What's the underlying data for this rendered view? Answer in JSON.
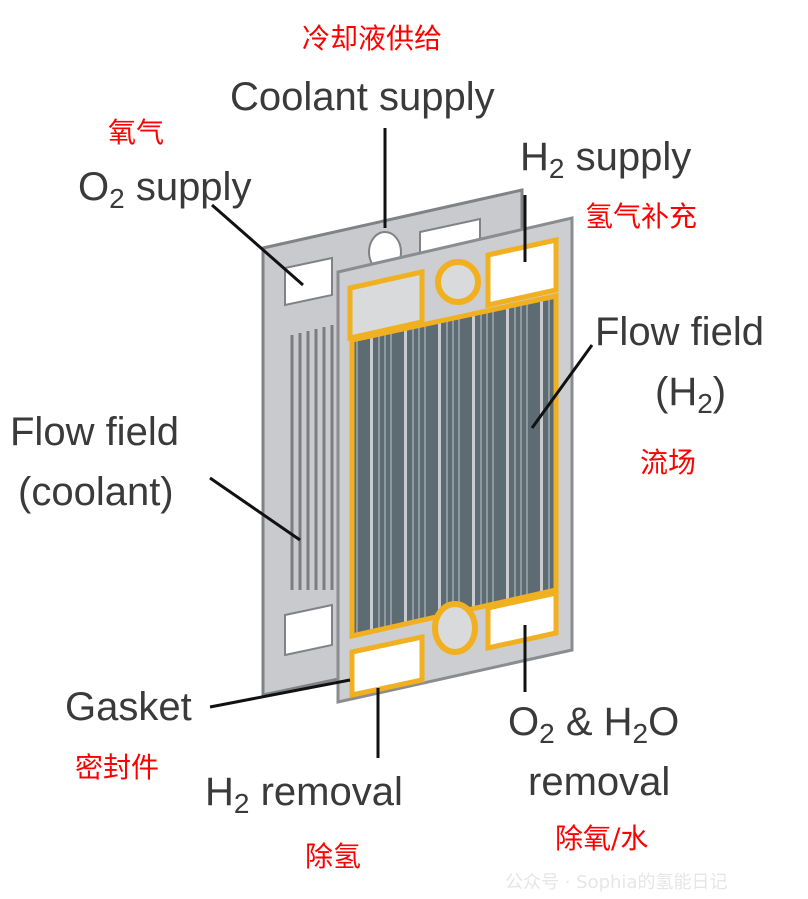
{
  "labels": {
    "coolant_supply": {
      "en": "Coolant supply",
      "cn": "冷却液供给"
    },
    "o2_supply": {
      "en_main": "O",
      "en_sub": "2",
      "en_rest": " supply",
      "cn": "氧气"
    },
    "h2_supply": {
      "en_main": "H",
      "en_sub": "2",
      "en_rest": " supply",
      "cn": "氢气补充"
    },
    "flow_field_h2": {
      "line1": "Flow field",
      "line2_open": "(H",
      "line2_sub": "2",
      "line2_close": ")",
      "cn": "流场"
    },
    "flow_field_coolant": {
      "line1": "Flow field",
      "line2": "(coolant)"
    },
    "gasket": {
      "en": "Gasket",
      "cn": "密封件"
    },
    "h2_removal": {
      "en_main": "H",
      "en_sub": "2",
      "en_rest": " removal",
      "cn": "除氢"
    },
    "o2_h2o_removal": {
      "a": "O",
      "a_sub": "2",
      "b": " & H",
      "b_sub": "2",
      "c": "O",
      "line2": "removal",
      "cn": "除氧/水"
    }
  },
  "watermark": "公众号 · Sophia的氢能日记",
  "colors": {
    "gasket": "#f0b020",
    "plate": "#c8c9cc",
    "flow_field": "#5d6b73",
    "annotation_cn": "#ff0000"
  }
}
